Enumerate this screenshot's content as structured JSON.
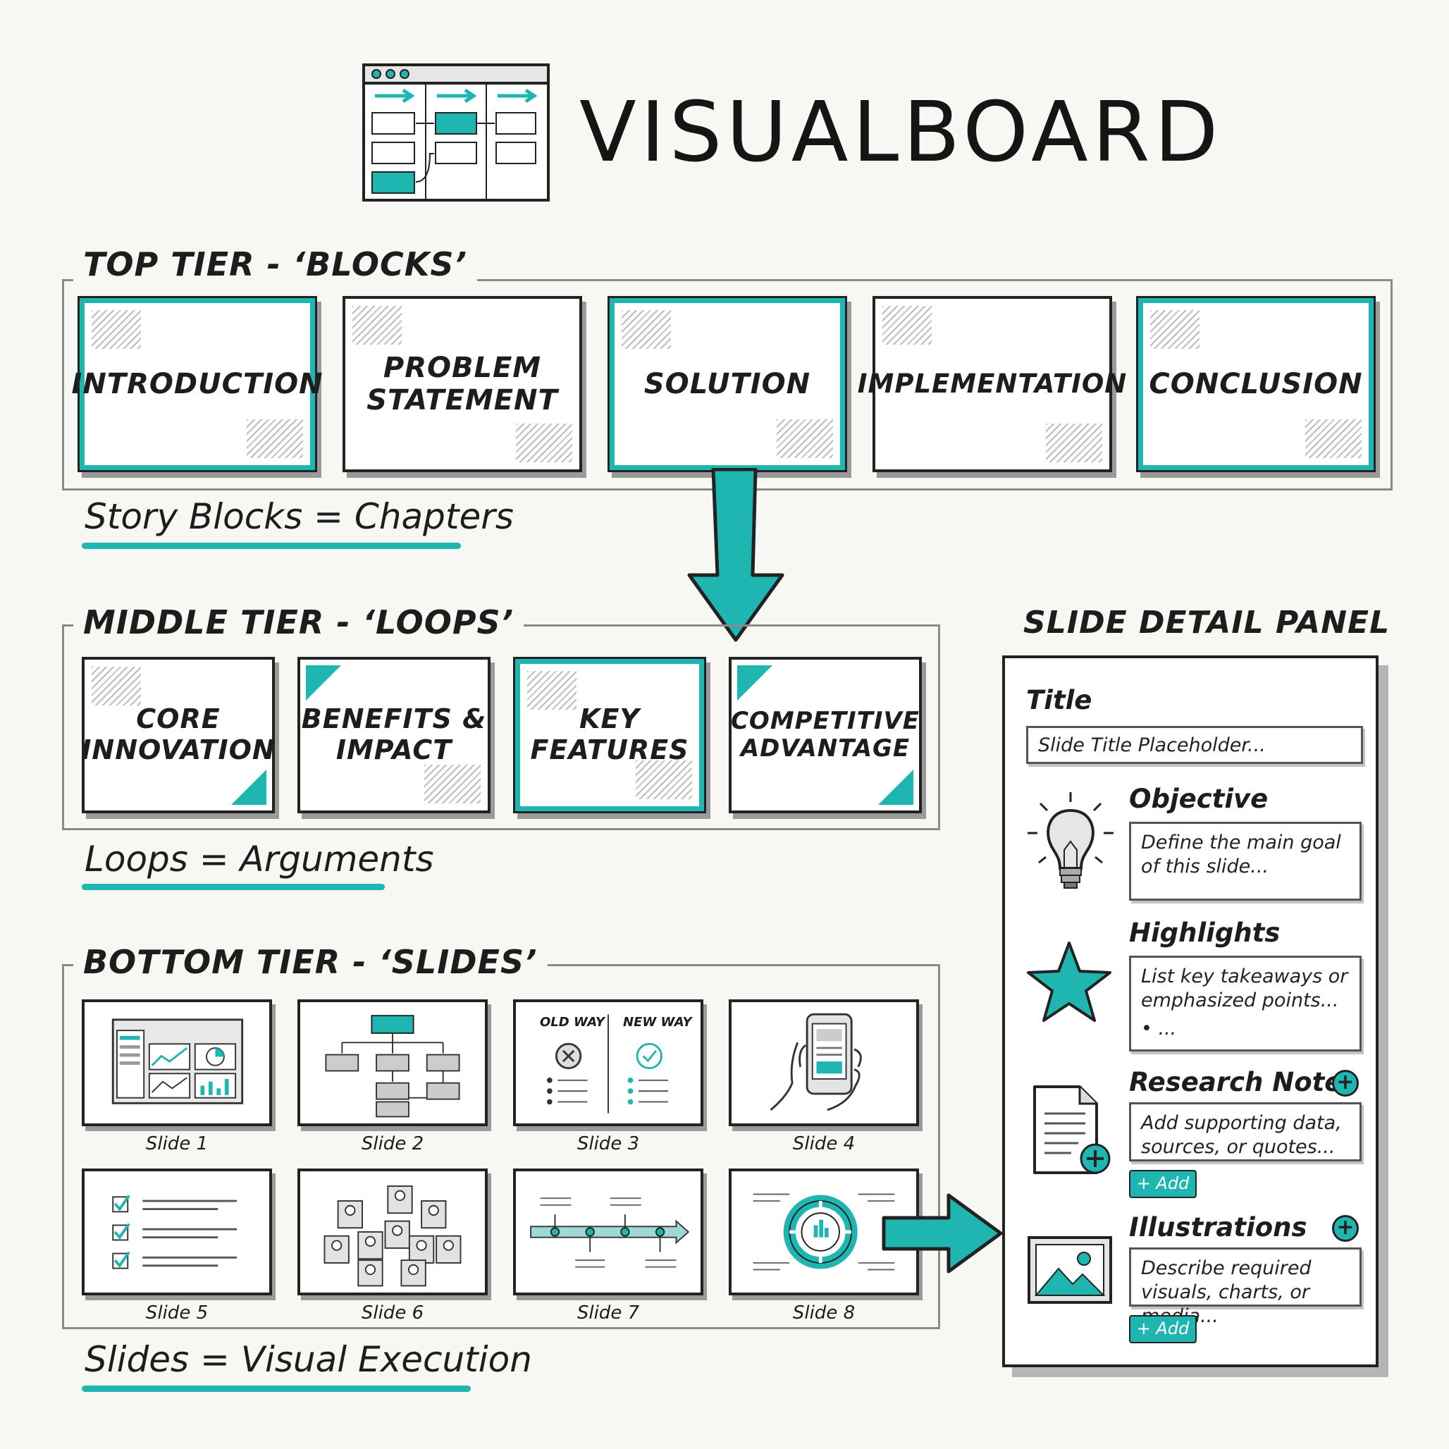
{
  "colors": {
    "accent": "#1fb5b0",
    "ink": "#1d1d1d",
    "frame": "#8a8a8a"
  },
  "header": {
    "title": "VISUALBOARD",
    "logo_icon": "board-icon"
  },
  "top_tier": {
    "title": "TOP TIER - ‘BLOCKS’",
    "caption": "Story Blocks = Chapters",
    "blocks": [
      {
        "label": "INTRODUCTION",
        "highlighted": true
      },
      {
        "label": "PROBLEM\nSTATEMENT",
        "highlighted": false
      },
      {
        "label": "SOLUTION",
        "highlighted": true
      },
      {
        "label": "IMPLEMENTATION",
        "highlighted": false
      },
      {
        "label": "CONCLUSION",
        "highlighted": true
      }
    ]
  },
  "middle_tier": {
    "title": "MIDDLE TIER - ‘LOOPS’",
    "caption": "Loops = Arguments",
    "loops": [
      {
        "label": "CORE\nINNOVATION",
        "highlighted": false
      },
      {
        "label": "BENEFITS &\nIMPACT",
        "highlighted": false
      },
      {
        "label": "KEY\nFEATURES",
        "highlighted": true
      },
      {
        "label": "COMPETITIVE\nADVANTAGE",
        "highlighted": false
      }
    ]
  },
  "bottom_tier": {
    "title": "BOTTOM TIER - ‘SLIDES’",
    "caption": "Slides = Visual Execution",
    "slides": [
      {
        "label": "Slide 1",
        "icon": "dashboard-icon"
      },
      {
        "label": "Slide 2",
        "icon": "flowchart-icon"
      },
      {
        "label": "Slide 3",
        "icon": "comparison-icon",
        "left_heading": "OLD WAY",
        "right_heading": "NEW WAY"
      },
      {
        "label": "Slide 4",
        "icon": "phone-icon"
      },
      {
        "label": "Slide 5",
        "icon": "checklist-icon"
      },
      {
        "label": "Slide 6",
        "icon": "people-icon"
      },
      {
        "label": "Slide 7",
        "icon": "timeline-icon"
      },
      {
        "label": "Slide 8",
        "icon": "cycle-icon"
      }
    ]
  },
  "panel": {
    "heading": "SLIDE DETAIL PANEL",
    "title_label": "Title",
    "title_placeholder": "Slide Title Placeholder...",
    "objective_label": "Objective",
    "objective_text": "Define the main goal of this slide...",
    "highlights_label": "Highlights",
    "highlights_text": "List key takeaways or emphasized points...",
    "highlights_bullet": "• ...",
    "research_label": "Research Notes",
    "research_text": "Add supporting data, sources, or quotes...",
    "illustrations_label": "Illustrations",
    "illustrations_text": "Describe required visuals, charts, or media...",
    "add_label": "+ Add",
    "plus": "+"
  }
}
